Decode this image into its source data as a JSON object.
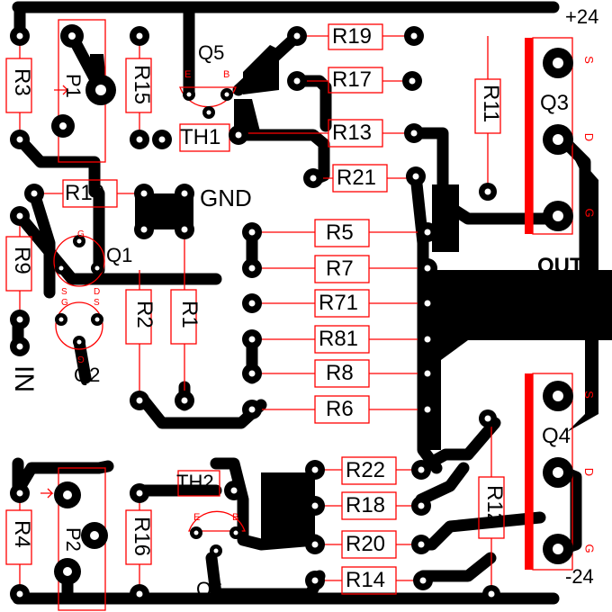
{
  "supply": {
    "pos": "+24",
    "neg": "-24"
  },
  "labels": {
    "gnd": "GND",
    "out": "OUT",
    "in": "IN"
  },
  "resistors": {
    "R19": "R19",
    "R17": "R17",
    "R13": "R13",
    "R21": "R21",
    "R5": "R5",
    "R7": "R7",
    "R71": "R71",
    "R81": "R81",
    "R8": "R8",
    "R6": "R6",
    "R22": "R22",
    "R18": "R18",
    "R20": "R20",
    "R14": "R14",
    "R3": "R3",
    "R15": "R15",
    "R10": "R10",
    "R9": "R9",
    "R2": "R2",
    "R1": "R1",
    "R4": "R4",
    "R16": "R16",
    "R11": "R11",
    "R12": "R12"
  },
  "parts": {
    "Q1": "Q1",
    "Q2": "Q2",
    "Q3": "Q3",
    "Q4": "Q4",
    "Q5": "Q5",
    "Q6": "Q6",
    "P1": "P1",
    "P2": "P2",
    "TH1": "TH1",
    "TH2": "TH2"
  },
  "pins": {
    "E": "E",
    "B": "B",
    "G": "G",
    "S": "S",
    "D": "D"
  },
  "colors": {
    "copper": "#000000",
    "silkscreen": "#ff0000",
    "board": "#ffffff"
  }
}
